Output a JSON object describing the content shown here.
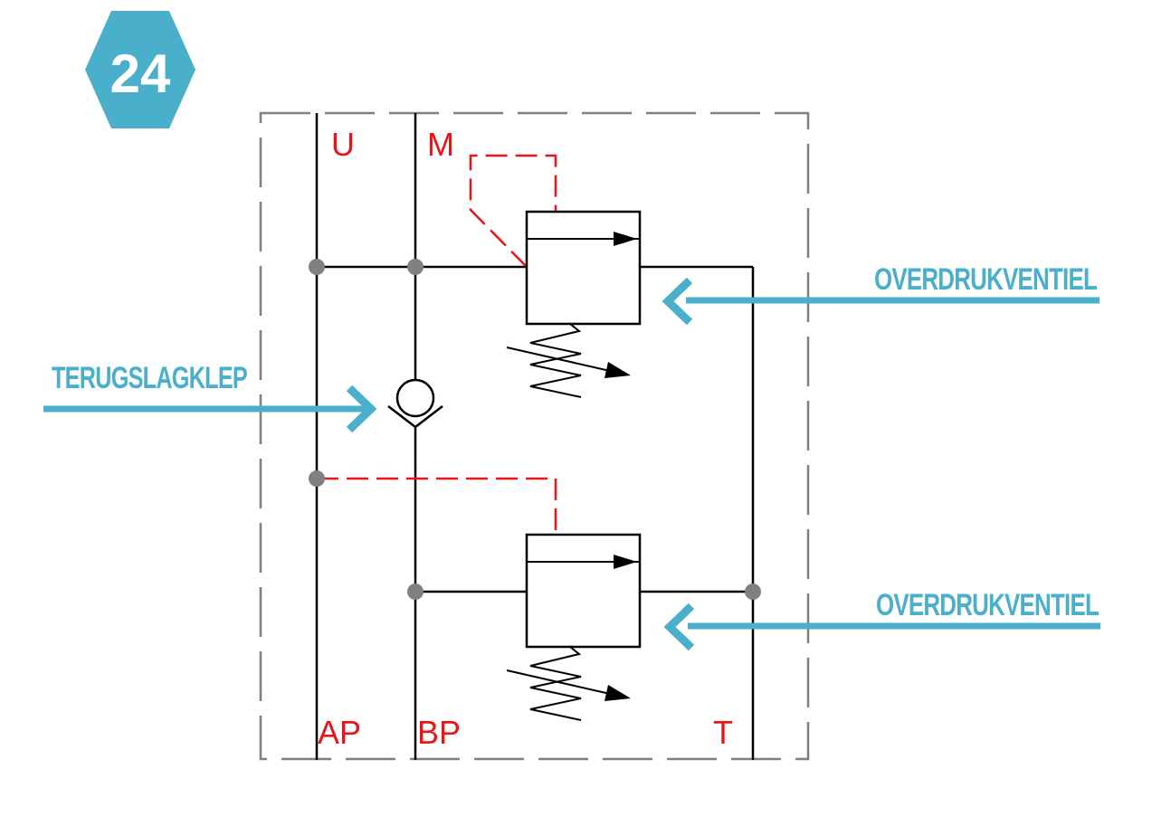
{
  "badge": {
    "number": "24"
  },
  "ports": {
    "u": "U",
    "m": "M",
    "ap": "AP",
    "bp": "BP",
    "t": "T"
  },
  "callouts": {
    "relief_valve_top": "OVERDRUKVENTIEL",
    "check_valve": "TERUGSLAGKLEP",
    "relief_valve_bottom": "OVERDRUKVENTIEL"
  },
  "colors": {
    "accent": "#4AAFCB",
    "port_label": "#E8141A",
    "pilot_line": "#E8141A",
    "main_line": "#000000",
    "housing": "#7F7F7F",
    "junction": "#808080"
  }
}
